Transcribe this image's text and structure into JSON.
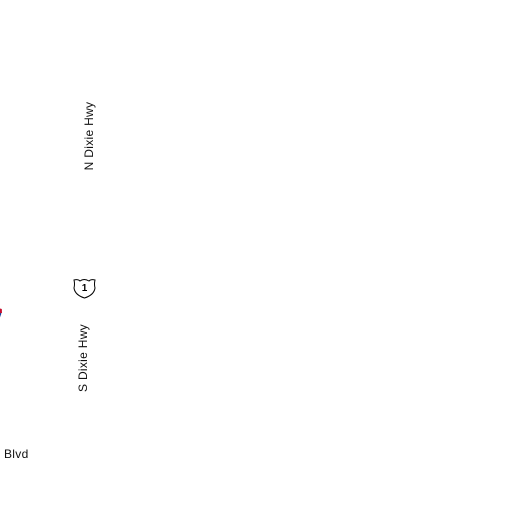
{
  "map": {
    "roads": [
      {
        "name": "N Dixie Hwy"
      },
      {
        "name": "S Dixie Hwy"
      },
      {
        "name": "Blvd"
      }
    ],
    "shields": {
      "us_route": {
        "number": "1",
        "colors": {
          "fill": "#ffffff",
          "stroke": "#000000"
        }
      },
      "interstate": {
        "colors": {
          "top": "#c8102e",
          "body": "#1f3f9a",
          "stroke": "#ffffff"
        }
      }
    },
    "colors": {
      "background": "#ffffff",
      "label_text": "#111111"
    }
  }
}
